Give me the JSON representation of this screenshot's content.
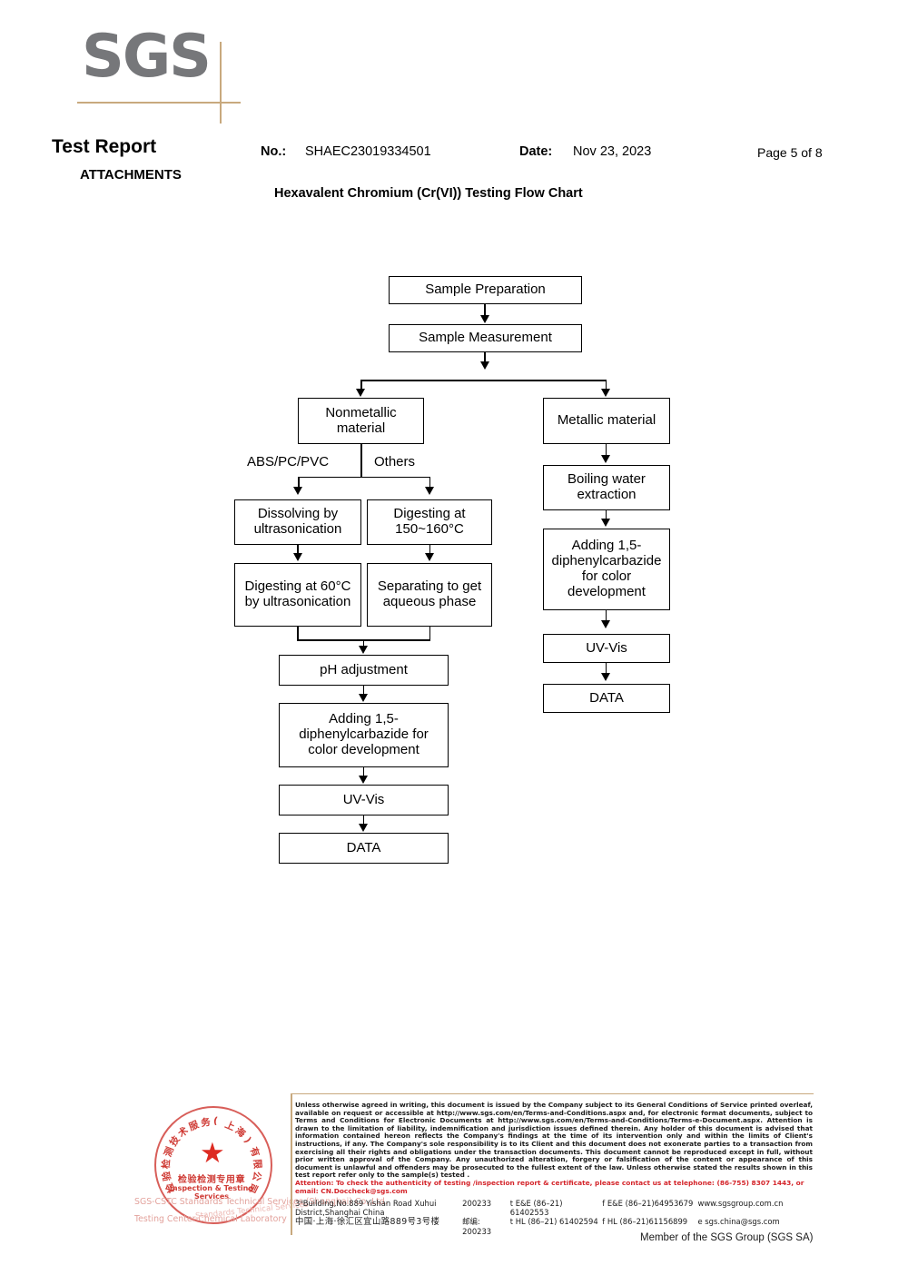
{
  "brand": {
    "logo_text": "SGS",
    "logo_gray": "#76777a",
    "logo_accent": "#c8a97e"
  },
  "header": {
    "title": "Test Report",
    "subtitle": "ATTACHMENTS",
    "no_label": "No.:",
    "no_value": "SHAEC23019334501",
    "date_label": "Date:",
    "date_value": "Nov 23, 2023",
    "page": "Page 5 of 8",
    "chart_title": "Hexavalent Chromium (Cr(VI)) Testing Flow Chart"
  },
  "flow": {
    "nodes": {
      "sample_preparation": "Sample Preparation",
      "sample_measurement": "Sample Measurement",
      "nonmetallic_material": "Nonmetallic material",
      "metallic_material": "Metallic material",
      "dissolving_ultrasonication": "Dissolving by ultrasonication",
      "digesting_150_160": "Digesting at 150~160°C",
      "digesting_60_ultrasonication": "Digesting at 60°C by ultrasonication",
      "separating_aqueous": "Separating to get aqueous phase",
      "ph_adjustment": "pH adjustment",
      "adding_dpc_left": "Adding 1,5-diphenylcarbazide for color development",
      "uv_vis_left": "UV-Vis",
      "data_left": "DATA",
      "boiling_water_extraction": "Boiling water extraction",
      "adding_dpc_right": "Adding 1,5-diphenylcarbazide for color development",
      "uv_vis_right": "UV-Vis",
      "data_right": "DATA"
    },
    "edge_labels": {
      "abs_pc_pvc": "ABS/PC/PVC",
      "others": "Others"
    }
  },
  "footer": {
    "disclaimer": "Unless otherwise agreed in writing, this document is issued by the Company subject to its General Conditions of Service printed overleaf, available on request or accessible at http://www.sgs.com/en/Terms-and-Conditions.aspx and, for electronic format documents, subject to Terms and Conditions for Electronic Documents at http://www.sgs.com/en/Terms-and-Conditions/Terms-e-Document.aspx. Attention is drawn to the limitation of liability, indemnification and jurisdiction issues defined therein. Any holder of this document is advised that information contained hereon reflects the Company's findings at the time of its intervention only and within the limits of Client's instructions, if any. The Company's sole responsibility is to its Client and this document does not exonerate parties to a transaction from exercising all their rights and obligations under the transaction documents. This document cannot be reproduced except in full, without prior written approval of the Company. Any unauthorized alteration, forgery or falsification of the content or appearance of this document is unlawful and offenders may be prosecuted to the fullest extent of the law. Unless otherwise stated the results shown in this test report refer only to the sample(s) tested .",
    "attention": "Attention: To check the authenticity of testing /inspection report & certificate, please contact us at telephone: (86-755) 8307 1443, or email: CN.Doccheck@sgs.com",
    "attention_color": "#d4242a",
    "address_en": "3ᵈBuilding,No.889 Yishan Road Xuhui District,Shanghai China",
    "postcode_en": "200233",
    "tel_ee": "t E&E (86–21) 61402553",
    "fax_ee": "f E&E (86–21)64953679",
    "website": "www.sgsgroup.com.cn",
    "address_cn": "中国·上海·徐汇区宜山路889号3号楼",
    "postcode_cn_label": "邮编:",
    "postcode_cn": "200233",
    "tel_hl": "t HL (86–21) 61402594",
    "fax_hl": "f HL (86–21)61156899",
    "email_label": "e",
    "email": "sgs.china@sgs.com",
    "member": "Member of the SGS Group (SGS SA)"
  },
  "stamp": {
    "cn_arc": "检验检测技术服务(上海)有限公司",
    "cn_mid": "检验检测专用章",
    "en_mid": "Inspection & Testing Services",
    "star": "★",
    "color": "#cf3a34",
    "watermark_line1": "SGS-CSTC Standards Technical Services (Shanghai) Co.,Ltd.",
    "watermark_line2": "Testing Center-Chemical Laboratory",
    "watermark_line3": "Standards Technical Services"
  }
}
